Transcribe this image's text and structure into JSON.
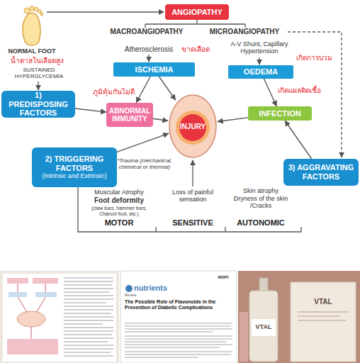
{
  "diagram": {
    "nodes": [
      {
        "text": [
          "ANGIOPATHY"
        ]
      },
      {
        "text": [
          "ISCHEMIA"
        ]
      },
      {
        "text": [
          "OEDEMA"
        ]
      },
      {
        "text": [
          "1) PREDISPOSING FACTORS"
        ]
      },
      {
        "text": [
          "ABNORMAL IMMUNITY"
        ]
      },
      {
        "text": [
          "INJURY"
        ]
      },
      {
        "text": [
          "INFECTION"
        ]
      },
      {
        "text": [
          "2) TRIGGERING FACTORS",
          "(Intrinsic and Extrinsic)"
        ]
      },
      {
        "text": [
          "3) AGGRAVATING FACTORS"
        ]
      }
    ],
    "edges": [
      {
        "from": 3,
        "to": 4,
        "arrow": "to"
      },
      {
        "from": 1,
        "to": 4,
        "arrow": "to"
      },
      {
        "from": 1,
        "to": 5,
        "arrow": "to"
      },
      {
        "from": 2,
        "to": 6,
        "arrow": "to"
      },
      {
        "from": 4,
        "to": 5,
        "arrow": "to"
      },
      {
        "from": 6,
        "to": 5,
        "arrow": "to"
      },
      {
        "from": 7,
        "to": 5,
        "arrow": "to"
      },
      {
        "from": 8,
        "to": 6,
        "arrow": "to"
      }
    ],
    "labels": [
      "NORMAL FOOT",
      "น้ำตาลในเลือดสูง",
      "SUSTAINED HYPERGLYCEMIA",
      "MACROANGIOPATHY",
      "MICROANGIOPATHY",
      "Atherosclerosis",
      "ขาดเลือด",
      "A-V Shunt, Capillary Hypertension",
      "เกิดการบวม",
      "ภูมิคุ้มกันไม่ดี",
      "เกิดแผลติดเชื้อ",
      "*Trauma (mechanical, chemical or thermal)",
      "Muscular Atrophy",
      "Foot deformity",
      "(claw toes, hammer toes, Charcot foot, etc.)",
      "Loss of painful sensation",
      "Skin atrophy",
      "Dryness of the skin /Cracks",
      "MOTOR",
      "SENSITIVE",
      "AUTONOMIC",
      "nutrients",
      "MDPI",
      "Review",
      "The Possible Role of Flavonoids in the Prevention of Diabetic Complications",
      "VTAL",
      "VTAL"
    ]
  }
}
